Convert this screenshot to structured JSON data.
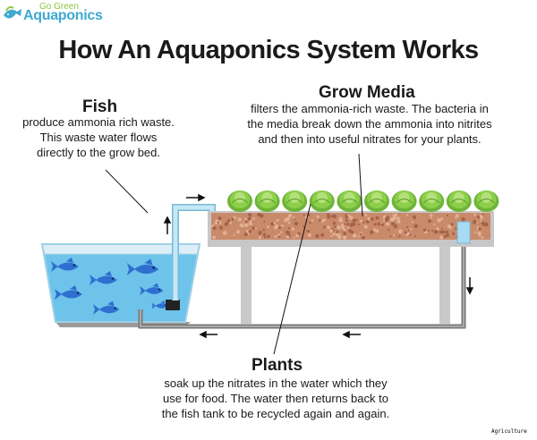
{
  "logo": {
    "line1": "Go Green",
    "line2": "Aquaponics",
    "icon": "fish-logo-icon",
    "color_green": "#8cc63f",
    "color_blue": "#3fa9d0"
  },
  "title": "How An Aquaponics System Works",
  "fish": {
    "heading": "Fish",
    "lines": [
      "produce ammonia rich waste.",
      "This waste water flows",
      "directly to the grow bed."
    ]
  },
  "grow_media": {
    "heading": "Grow Media",
    "lines": [
      "filters the ammonia-rich waste. The bacteria in",
      "the media break down the ammonia  into nitrites",
      "and then into useful nitrates for your plants."
    ]
  },
  "plants": {
    "heading": "Plants",
    "lines": [
      "soak up the nitrates in the water which they",
      "use for food.  The water then returns back to",
      "the fish tank to be recycled again and again."
    ]
  },
  "corner_tag": "Agriculture",
  "colors": {
    "water": "#6ec3ea",
    "water_light": "#a7dbf3",
    "gravel": "#c98a6a",
    "lettuce": "#8ccf4a",
    "legs": "#c9c9c9",
    "pipe": "#8a8a8a"
  },
  "counts": {
    "plants": 10,
    "fish": 7
  }
}
